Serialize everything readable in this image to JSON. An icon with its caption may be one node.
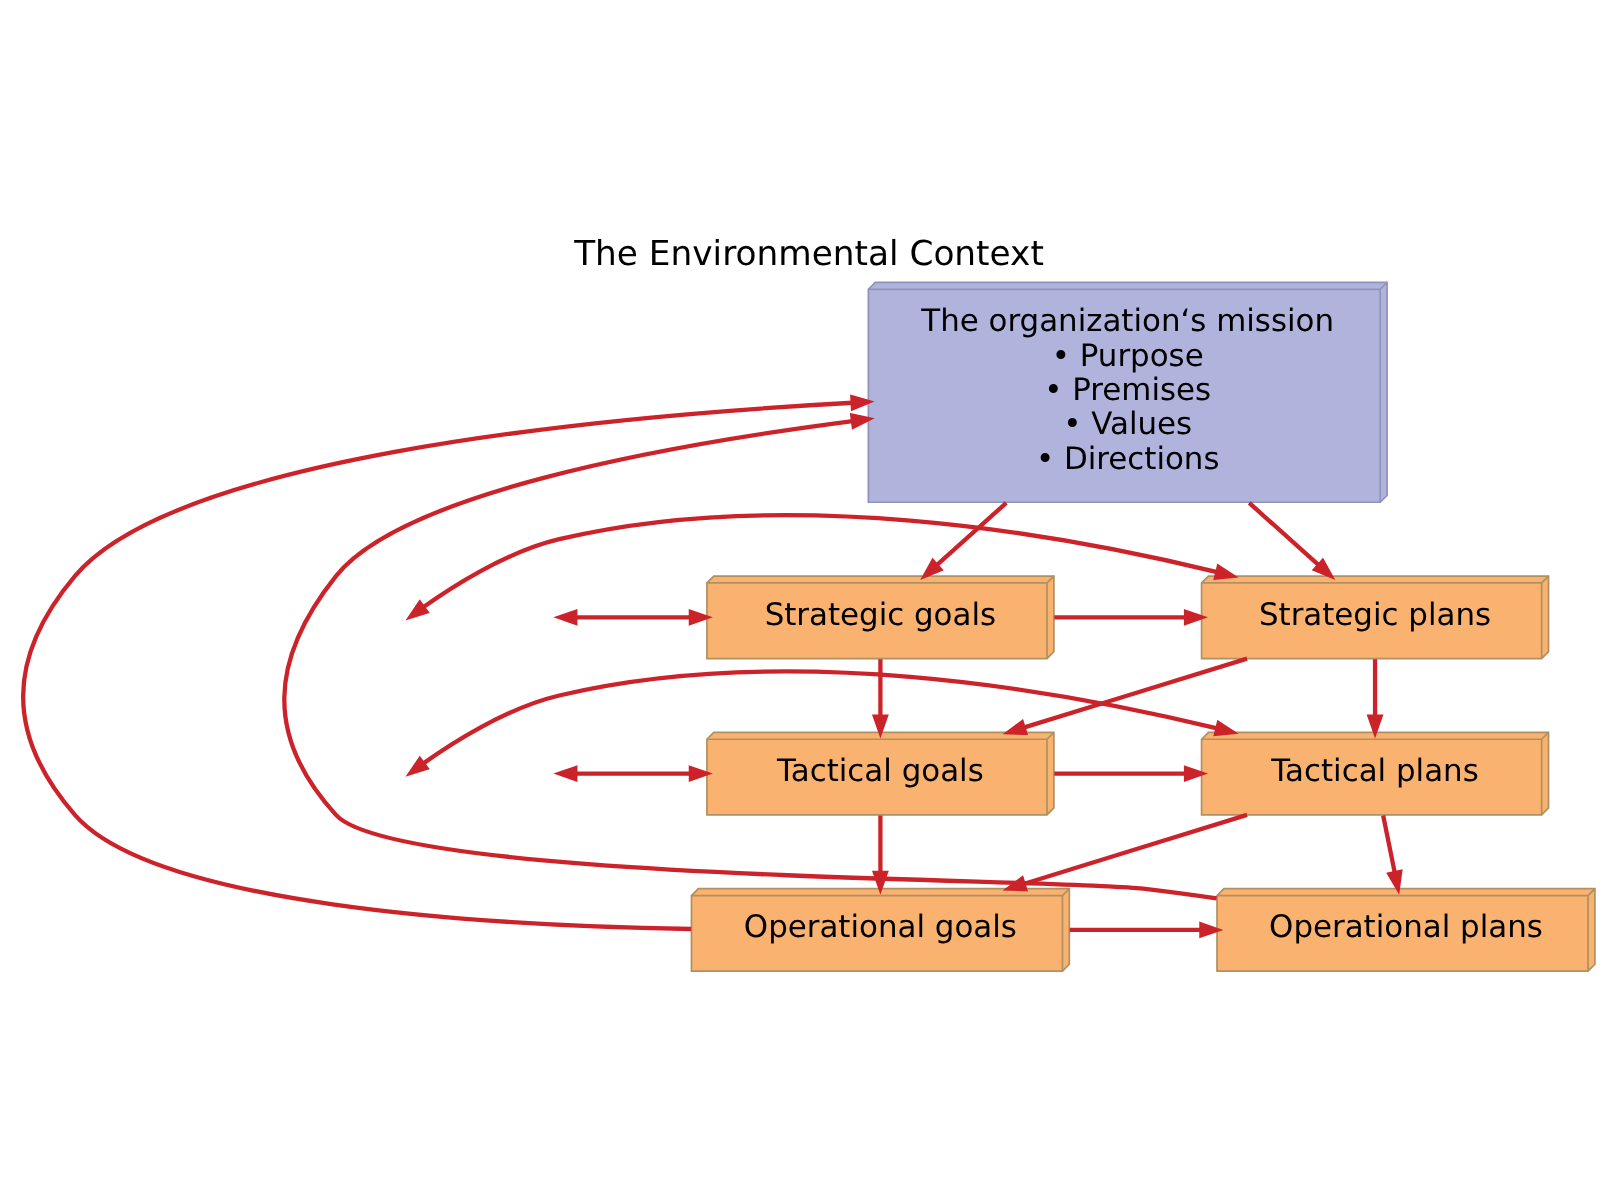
{
  "diagram": {
    "title": "The Environmental Context",
    "nodes": [
      {
        "text": [
          "The organization‘s mission",
          "• Purpose",
          "• Premises",
          "• Values",
          "• Directions"
        ]
      },
      {
        "text": [
          "Strategic goals"
        ]
      },
      {
        "text": [
          "Strategic plans"
        ]
      },
      {
        "text": [
          "Tactical goals"
        ]
      },
      {
        "text": [
          "Tactical plans"
        ]
      },
      {
        "text": [
          "Operational goals"
        ]
      },
      {
        "text": [
          "Operational plans"
        ]
      }
    ],
    "edges": [
      {
        "from": 0,
        "to": 1,
        "arrow": "to"
      },
      {
        "from": 0,
        "to": 2,
        "arrow": "to"
      },
      {
        "from": 1,
        "to": 2,
        "arrow": "to"
      },
      {
        "from": 1,
        "to": 3,
        "arrow": "to"
      },
      {
        "from": 2,
        "to": 4,
        "arrow": "to"
      },
      {
        "from": 2,
        "to": 3,
        "arrow": "to"
      },
      {
        "from": 3,
        "to": 4,
        "arrow": "to"
      },
      {
        "from": 3,
        "to": 5,
        "arrow": "to"
      },
      {
        "from": 4,
        "to": 6,
        "arrow": "to"
      },
      {
        "from": 4,
        "to": 5,
        "arrow": "to"
      },
      {
        "from": 5,
        "to": 6,
        "arrow": "to"
      },
      {
        "from": 5,
        "to": 0,
        "arrow": "to"
      },
      {
        "from": 6,
        "to": 0,
        "arrow": "to"
      },
      {
        "from": null,
        "to": 1,
        "arrow": "both"
      },
      {
        "from": null,
        "to": 3,
        "arrow": "both"
      },
      {
        "from": null,
        "to": 2,
        "arrow": "both"
      },
      {
        "from": null,
        "to": 4,
        "arrow": "both"
      }
    ]
  }
}
